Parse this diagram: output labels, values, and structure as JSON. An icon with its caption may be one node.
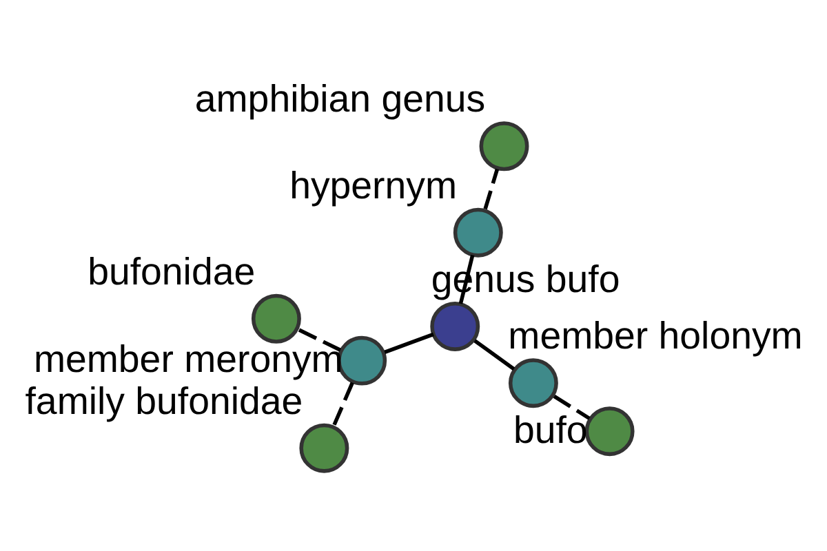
{
  "diagram": {
    "nodes": [
      {
        "text": [
          "genus bufo"
        ]
      },
      {
        "text": [
          "hypernym"
        ]
      },
      {
        "text": [
          "member holonym"
        ]
      },
      {
        "text": [
          "member meronym"
        ]
      },
      {
        "text": [
          "amphibian genus"
        ]
      },
      {
        "text": [
          "bufo"
        ]
      },
      {
        "text": [
          "bufonidae"
        ]
      },
      {
        "text": [
          "family bufonidae"
        ]
      }
    ],
    "edges": [
      {
        "from": 0,
        "to": 1,
        "arrow": "none"
      },
      {
        "from": 0,
        "to": 2,
        "arrow": "none"
      },
      {
        "from": 0,
        "to": 3,
        "arrow": "none"
      },
      {
        "from": 1,
        "to": 4,
        "arrow": "none",
        "style": "dashed"
      },
      {
        "from": 2,
        "to": 5,
        "arrow": "none",
        "style": "dashed"
      },
      {
        "from": 3,
        "to": 6,
        "arrow": "none",
        "style": "dashed"
      },
      {
        "from": 3,
        "to": 7,
        "arrow": "none",
        "style": "dashed"
      }
    ]
  }
}
